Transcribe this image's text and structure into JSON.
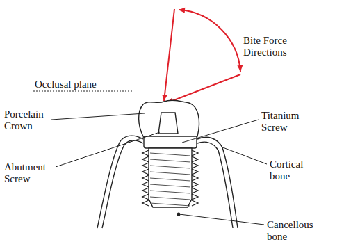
{
  "diagram": {
    "labels": [
      "Bite Force Directions",
      "Occlusal plane",
      "Porcelain Crown",
      "Abutment Screw",
      "Titanium Screw",
      "Cortical bone",
      "Cancellous bone"
    ]
  }
}
